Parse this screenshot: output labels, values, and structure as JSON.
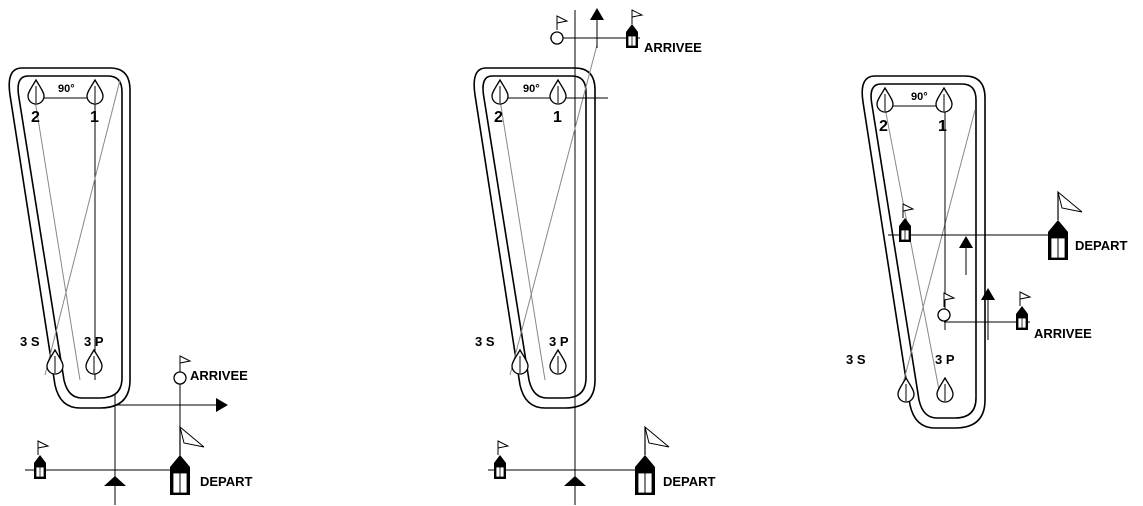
{
  "diagrams": [
    {
      "id": "course-1",
      "labels": {
        "mark_1": "1",
        "mark_2": "2",
        "mark_3s": "3 S",
        "mark_3p": "3 P",
        "angle": "90°",
        "finish": "ARRIVEE",
        "start": "DEPART"
      }
    },
    {
      "id": "course-2",
      "labels": {
        "mark_1": "1",
        "mark_2": "2",
        "mark_3s": "3 S",
        "mark_3p": "3 P",
        "angle": "90°",
        "finish": "ARRIVEE",
        "start": "DEPART"
      }
    },
    {
      "id": "course-3",
      "labels": {
        "mark_1": "1",
        "mark_2": "2",
        "mark_3s": "3 S",
        "mark_3p": "3 P",
        "angle": "90°",
        "finish": "ARRIVEE",
        "start": "DEPART"
      }
    }
  ]
}
